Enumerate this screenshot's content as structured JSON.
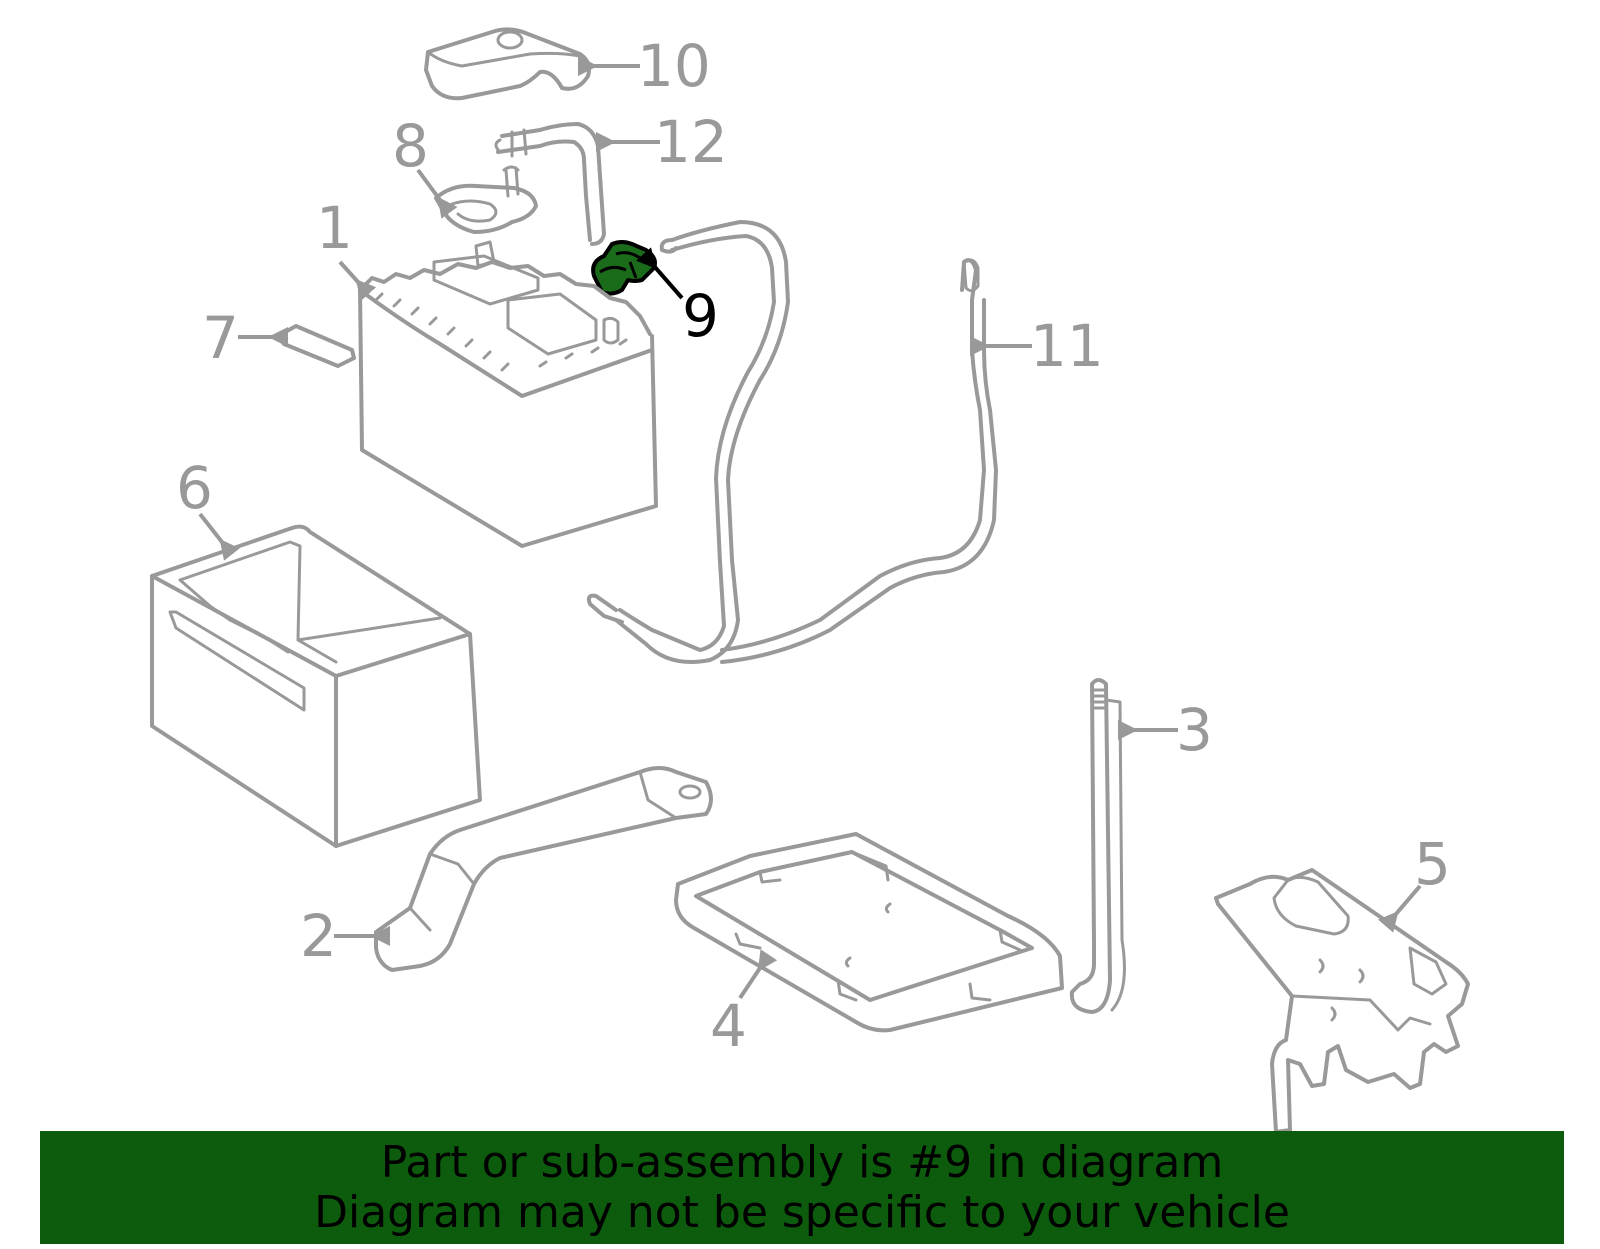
{
  "diagram": {
    "highlight_color": "#1a6b1a",
    "line_color": "#999999",
    "callouts": [
      {
        "label": "1",
        "part": "battery"
      },
      {
        "label": "2",
        "part": "hold-down-bracket"
      },
      {
        "label": "3",
        "part": "hold-down-rod"
      },
      {
        "label": "4",
        "part": "battery-tray"
      },
      {
        "label": "5",
        "part": "tray-support"
      },
      {
        "label": "6",
        "part": "battery-insulator"
      },
      {
        "label": "7",
        "part": "battery-pad"
      },
      {
        "label": "8",
        "part": "positive-terminal-clamp"
      },
      {
        "label": "9",
        "part": "negative-terminal-clamp",
        "highlighted": true
      },
      {
        "label": "10",
        "part": "terminal-cover"
      },
      {
        "label": "11",
        "part": "ground-cable"
      },
      {
        "label": "12",
        "part": "positive-cable"
      }
    ]
  },
  "banner": {
    "line1": "Part or sub-assembly is #9 in diagram",
    "line2": "Diagram may not be specific to your vehicle",
    "background": "#0d5c0d"
  }
}
